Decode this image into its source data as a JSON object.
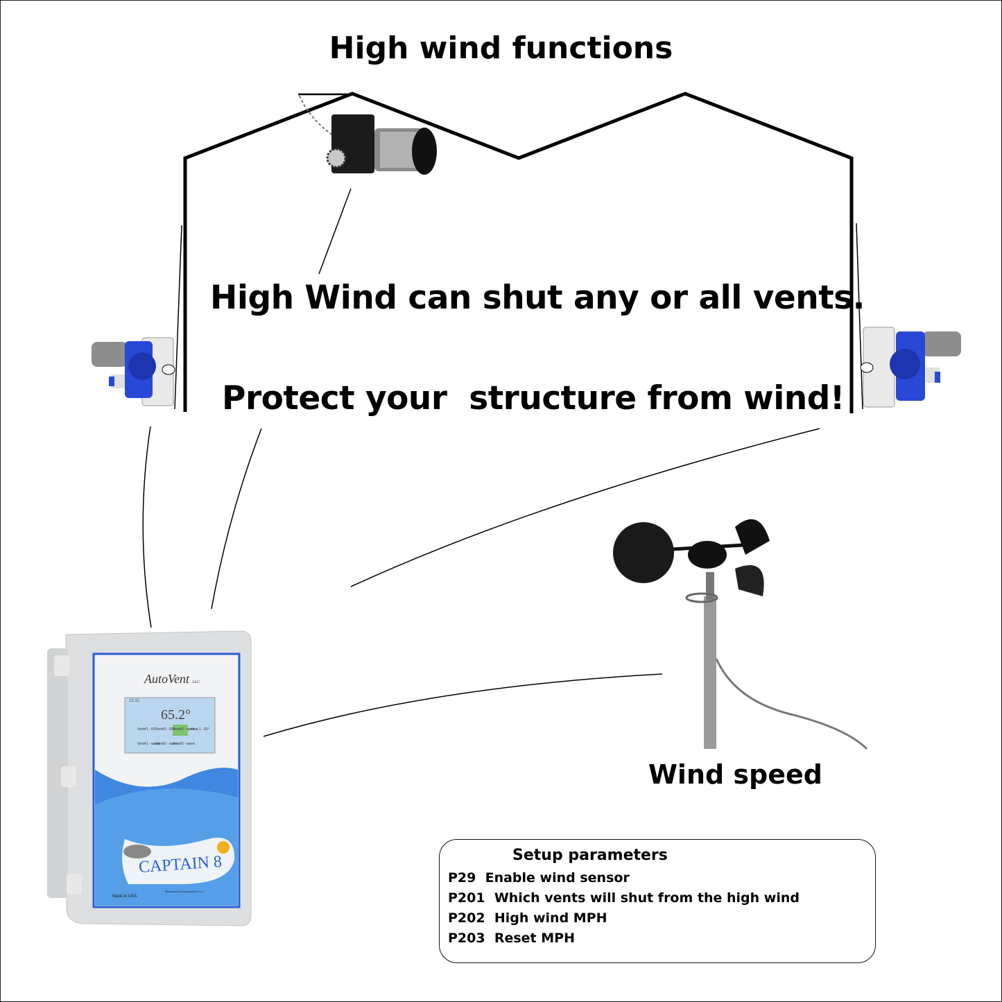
{
  "title": "High wind functions",
  "headline": "High Wind can shut any or all vents.",
  "subheadline": "Protect your  structure from wind!",
  "sensor_label": "Wind speed",
  "setup": {
    "heading": "Setup parameters",
    "params": [
      {
        "code": "P29",
        "text": "Enable wind sensor"
      },
      {
        "code": "P201",
        "text": "Which vents will shut from the high wind"
      },
      {
        "code": "P202",
        "text": "High wind MPH"
      },
      {
        "code": "P203",
        "text": "Reset MPH"
      }
    ]
  },
  "controller": {
    "brand": "AutoVent",
    "brand_suffix": "LLC",
    "clock": "16:32",
    "temperature": "65.2°",
    "tiles": [
      "Vent#1 - 60°",
      "Vent#2 - 60°",
      "Vent#3 - open",
      "Heat 1 - 60°",
      "Vent#1 - warm",
      "Vent#2 - warm",
      "Vent#3 - warm"
    ],
    "model": "CAPTAIN 8",
    "made_in": "Made in USA",
    "manufacturer": "Manufactured by AutoVent, LLC"
  },
  "colors": {
    "accent_blue": "#2a5fd6",
    "device_gray": "#e4e6e8",
    "screen": "#b9d6ee",
    "tile_green": "#7fc36e"
  }
}
